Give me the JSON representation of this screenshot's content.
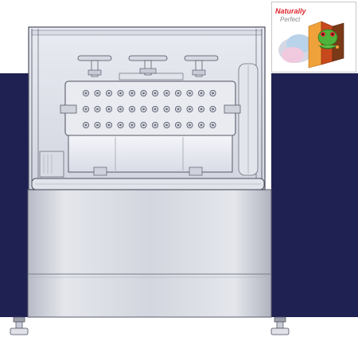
{
  "logo": {
    "line1": "Naturally",
    "line2": "Perfect",
    "accent": "#e0242c",
    "icon": "tree-frog-on-color-panels"
  },
  "colors": {
    "panel_navy": "#1f2152",
    "steel_light": "#e6e8ef",
    "steel_mid": "#c9ccd6",
    "steel_dark": "#8a8e9a",
    "outline": "#4a4e5c"
  },
  "machine": {
    "valve_handles": 3,
    "nozzle_grid": {
      "rows": 3,
      "cols": 12
    },
    "feet": 2
  }
}
